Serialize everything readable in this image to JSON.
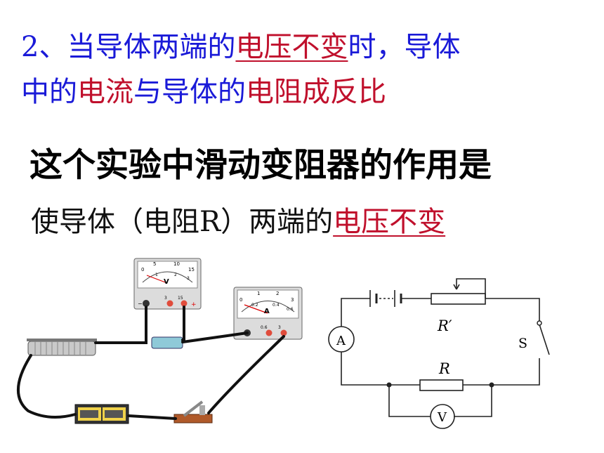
{
  "conclusion": {
    "line1": {
      "prefix": "2、当导体两端的",
      "highlight": "电压不变",
      "suffix": "时，导体"
    },
    "line2": {
      "part1": "中的",
      "part2": "电流",
      "part3": "与导体的",
      "part4": "电阻",
      "part5": "成反比"
    }
  },
  "question": "这个实验中滑动变阻器的作用是",
  "answer": {
    "prefix": "使导体（电阻R）两端的",
    "highlight": "电压不变"
  },
  "apparatus": {
    "voltmeter": {
      "letter": "V",
      "scale": [
        "0",
        "5",
        "10",
        "15"
      ],
      "inner_scale": [
        "1",
        "2",
        "3"
      ],
      "terminals": [
        "3",
        "15"
      ],
      "minus": "−",
      "plus": "+"
    },
    "ammeter": {
      "letter": "A",
      "scale": [
        "0",
        "1",
        "2",
        "3"
      ],
      "inner_scale": [
        "0.2",
        "0.4",
        "0.6"
      ],
      "terminals": [
        "0.6",
        "3"
      ]
    }
  },
  "circuit": {
    "ammeter_label": "A",
    "voltmeter_label": "V",
    "rheostat_label": "R′",
    "resistor_label": "R",
    "switch_label": "S"
  },
  "colors": {
    "blue_text": "#1a1ad8",
    "red_text": "#c0102c"
  }
}
